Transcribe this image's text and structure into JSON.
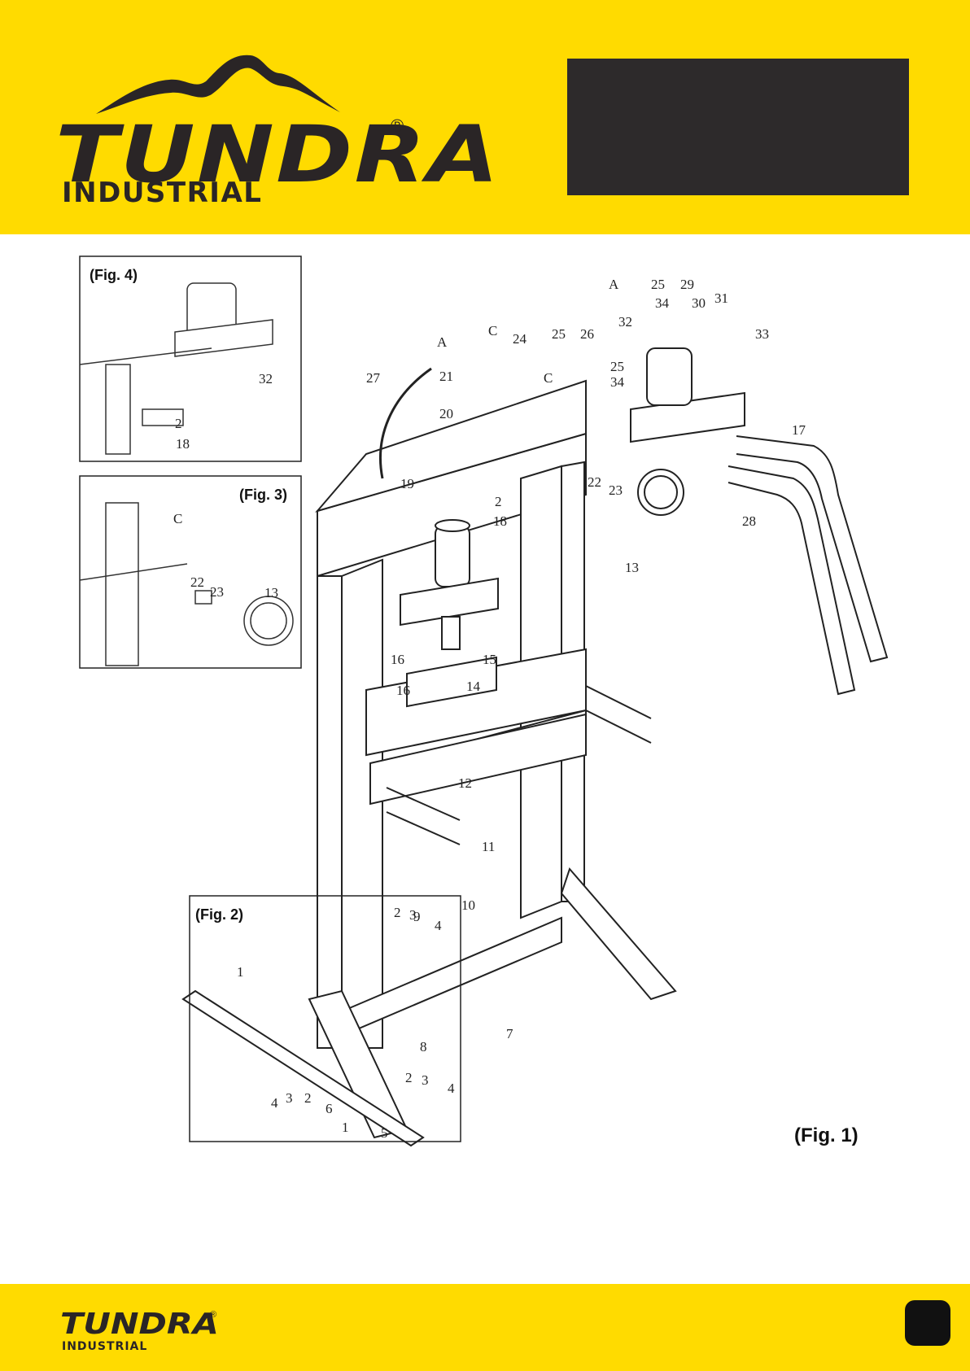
{
  "brand": {
    "name": "TUNDRA",
    "division": "INDUSTRIAL",
    "registered_mark": "®"
  },
  "colors": {
    "brand_yellow": "#FFDB00",
    "dark": "#2d2a2b",
    "line": "#222222"
  },
  "figures": {
    "fig1": "(Fig. 1)",
    "fig2": "(Fig. 2)",
    "fig3": "(Fig. 3)",
    "fig4": "(Fig. 4)"
  },
  "callouts": {
    "main": [
      "A",
      "25",
      "29",
      "34",
      "30",
      "31",
      "32",
      "33",
      "C",
      "24",
      "25",
      "26",
      "A",
      "27",
      "21",
      "C",
      "25",
      "34",
      "20",
      "17",
      "19",
      "22",
      "23",
      "2",
      "28",
      "18",
      "13",
      "16",
      "15",
      "16",
      "14",
      "12",
      "11",
      "10",
      "9",
      "7"
    ],
    "fig2": [
      "2",
      "3",
      "4",
      "1",
      "8",
      "2",
      "3",
      "4",
      "4",
      "3",
      "2",
      "6",
      "1",
      "5"
    ],
    "fig3": [
      "C",
      "22",
      "23",
      "13"
    ],
    "fig4": [
      "32",
      "2",
      "18"
    ]
  }
}
